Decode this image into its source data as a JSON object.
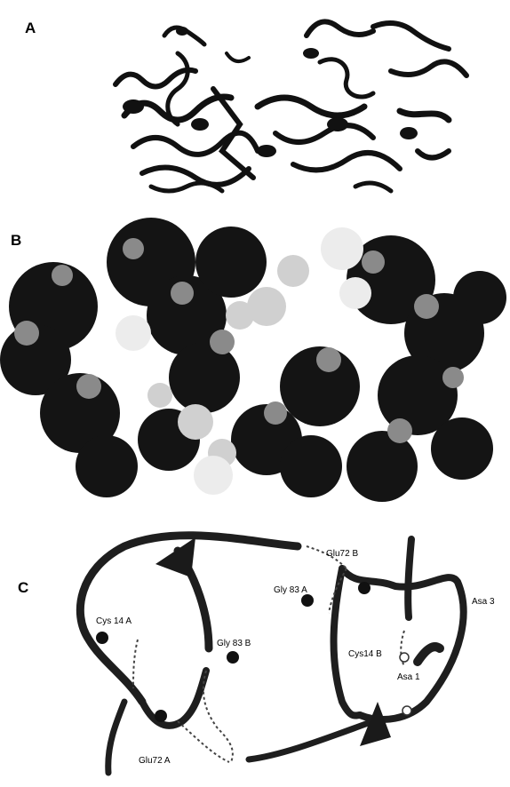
{
  "panels": {
    "a": {
      "label": "A"
    },
    "b": {
      "label": "B"
    },
    "c": {
      "label": "C",
      "residues": {
        "glu72_b": "Glu72 B",
        "gly83_a": "Gly 83 A",
        "asa3": "Asa 3",
        "cys14_a": "Cys 14 A",
        "gly83_b": "Gly 83 B",
        "cys14_b": "Cys14 B",
        "asa1": "Asa 1",
        "glu72_a": "Glu72 A"
      }
    }
  }
}
